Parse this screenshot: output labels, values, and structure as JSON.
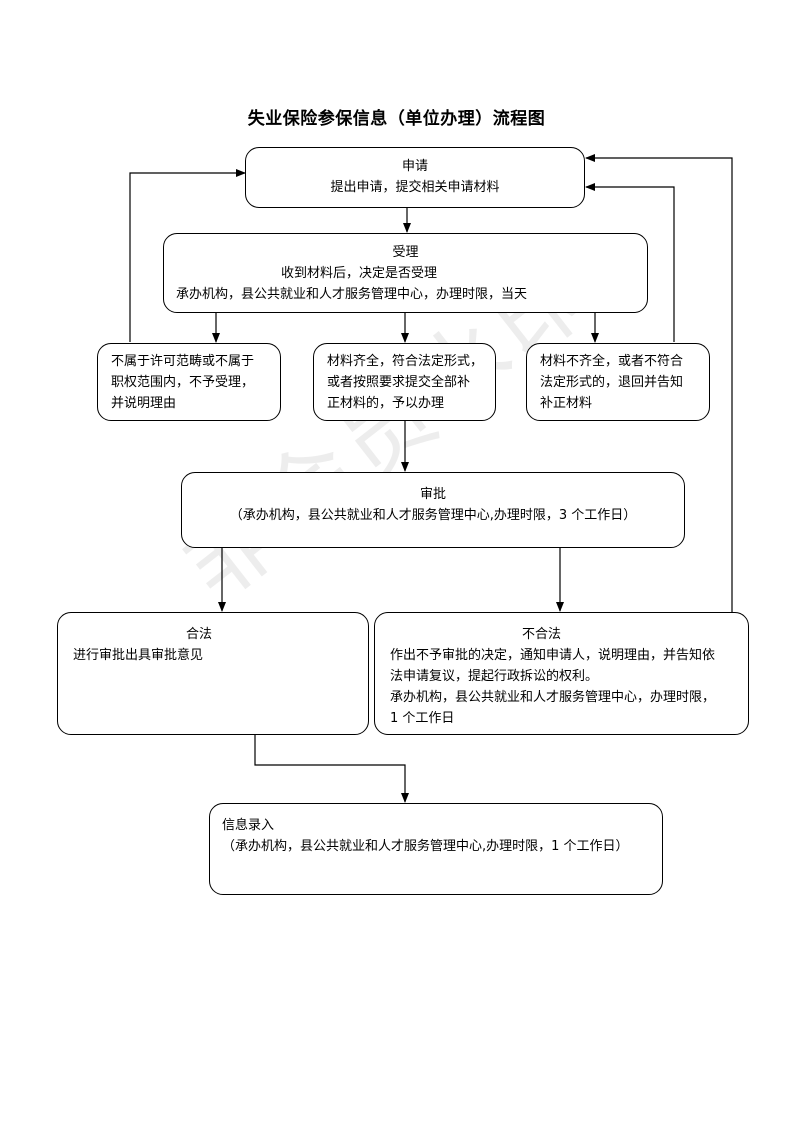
{
  "title": "失业保险参保信息（单位办理）流程图",
  "watermark": "非会员水印",
  "apply": {
    "heading": "申请",
    "line1": "提出申请，提交相关申请材料"
  },
  "accept": {
    "heading": "受理",
    "line1": "收到材料后，决定是否受理",
    "line2": "承办机构，县公共就业和人才服务管理中心，办理时限，当天"
  },
  "reject": {
    "line1": "不属于许可范畴或不属于",
    "line2": "职权范围内，不予受理，",
    "line3": "并说明理由"
  },
  "complete": {
    "line1": "材料齐全，符合法定形式，",
    "line2": "或者按照要求提交全部补",
    "line3": "正材料的，予以办理"
  },
  "incomplete": {
    "line1": "材料不齐全，或者不符合",
    "line2": "法定形式的，退回并告知",
    "line3": "补正材料"
  },
  "review": {
    "heading": "审批",
    "line1": "（承办机构，县公共就业和人才服务管理中心,办理时限，3 个工作日）"
  },
  "legal": {
    "heading": "合法",
    "line1": "进行审批出具审批意见"
  },
  "illegal": {
    "heading": "不合法",
    "line1": "作出不予审批的决定，通知申请人，说明理由，并告知依",
    "line2": "法申请复议，提起行政拆讼的权利。",
    "line3": "承办机构，县公共就业和人才服务管理中心，办理时限，",
    "line4": "1 个工作日"
  },
  "entry": {
    "heading": "信息录入",
    "line1": "（承办机构，县公共就业和人才服务管理中心,办理时限，1 个工作日）"
  }
}
